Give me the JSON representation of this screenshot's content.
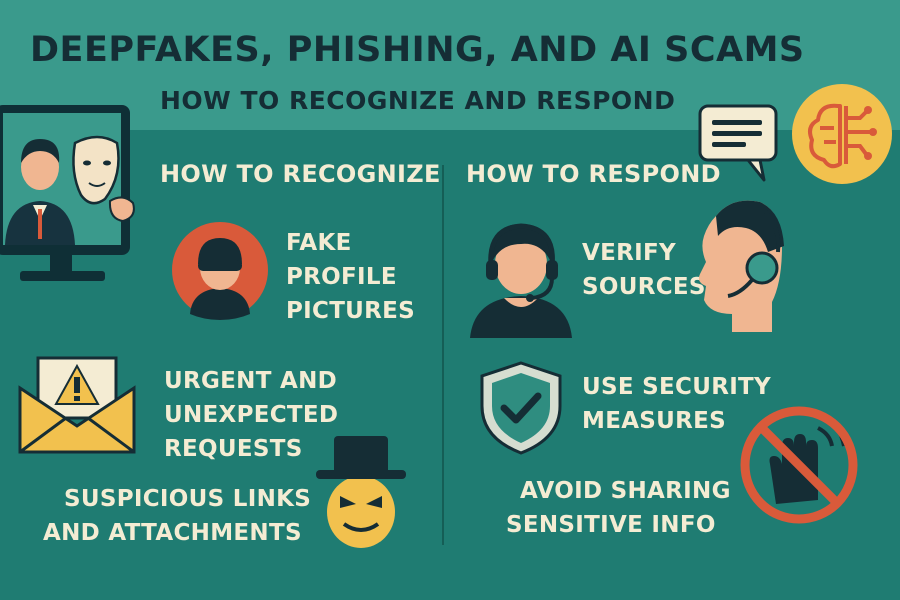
{
  "header": {
    "title": "DEEPFAKES, PHISHING, AND AI SCAMS",
    "subtitle": "HOW TO RECOGNIZE AND RESPOND"
  },
  "recognize": {
    "heading": "HOW TO RECOGNIZE",
    "items": [
      {
        "line1": "FAKE",
        "line2": "PROFILE",
        "line3": "PICTURES"
      },
      {
        "line1": "URGENT AND",
        "line2": "UNEXPECTED",
        "line3": "REQUESTS"
      },
      {
        "line1": "SUSPICIOUS LINKS",
        "line2": "AND ATTACHMENTS"
      }
    ]
  },
  "respond": {
    "heading": "HOW TO RESPOND",
    "items": [
      {
        "line1": "VERIFY",
        "line2": "SOURCES"
      },
      {
        "line1": "USE SECURITY",
        "line2": "MEASURES"
      },
      {
        "line1": "AVOID SHARING",
        "line2": "SENSITIVE INFO"
      }
    ]
  },
  "colors": {
    "background": "#1f7c72",
    "header": "#3a9a8c",
    "text_light": "#f4ecd3",
    "text_dark": "#152d35",
    "accent_orange": "#d95a3a",
    "accent_yellow": "#f2c14e"
  },
  "icons": [
    "monitor-deepfake-icon",
    "hacker-avatar-icon",
    "envelope-warning-icon",
    "chat-bubble-icon",
    "ai-brain-icon",
    "support-agent-icon",
    "headset-person-icon",
    "shield-check-icon",
    "no-touch-icon",
    "masked-villain-icon"
  ]
}
